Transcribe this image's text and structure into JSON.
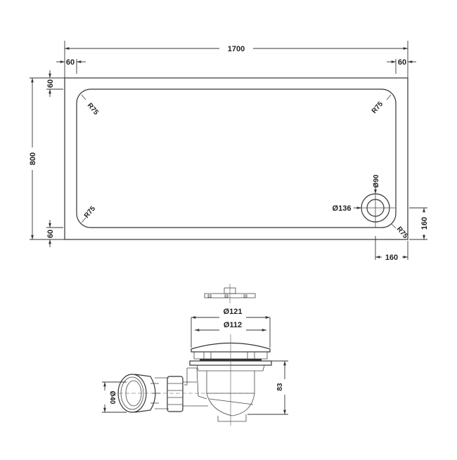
{
  "tray": {
    "length_label": "1700",
    "width_label": "800",
    "rim_top_left_label": "60",
    "rim_top_right_label": "60",
    "rim_left_top_label": "60",
    "rim_left_bottom_label": "60",
    "corner_radius_tl": "R75",
    "corner_radius_tr": "R75",
    "corner_radius_bl": "R75",
    "corner_radius_br": "R75",
    "waste_inner_diameter": "Ø90",
    "waste_outer_diameter": "Ø136",
    "waste_offset_x": "160",
    "waste_offset_y": "160"
  },
  "waste_trap": {
    "cover_diameter": "Ø121",
    "body_diameter": "Ø112",
    "outlet_diameter": "Ø40",
    "height": "83"
  },
  "colors": {
    "line": "#333333",
    "background": "#ffffff"
  }
}
